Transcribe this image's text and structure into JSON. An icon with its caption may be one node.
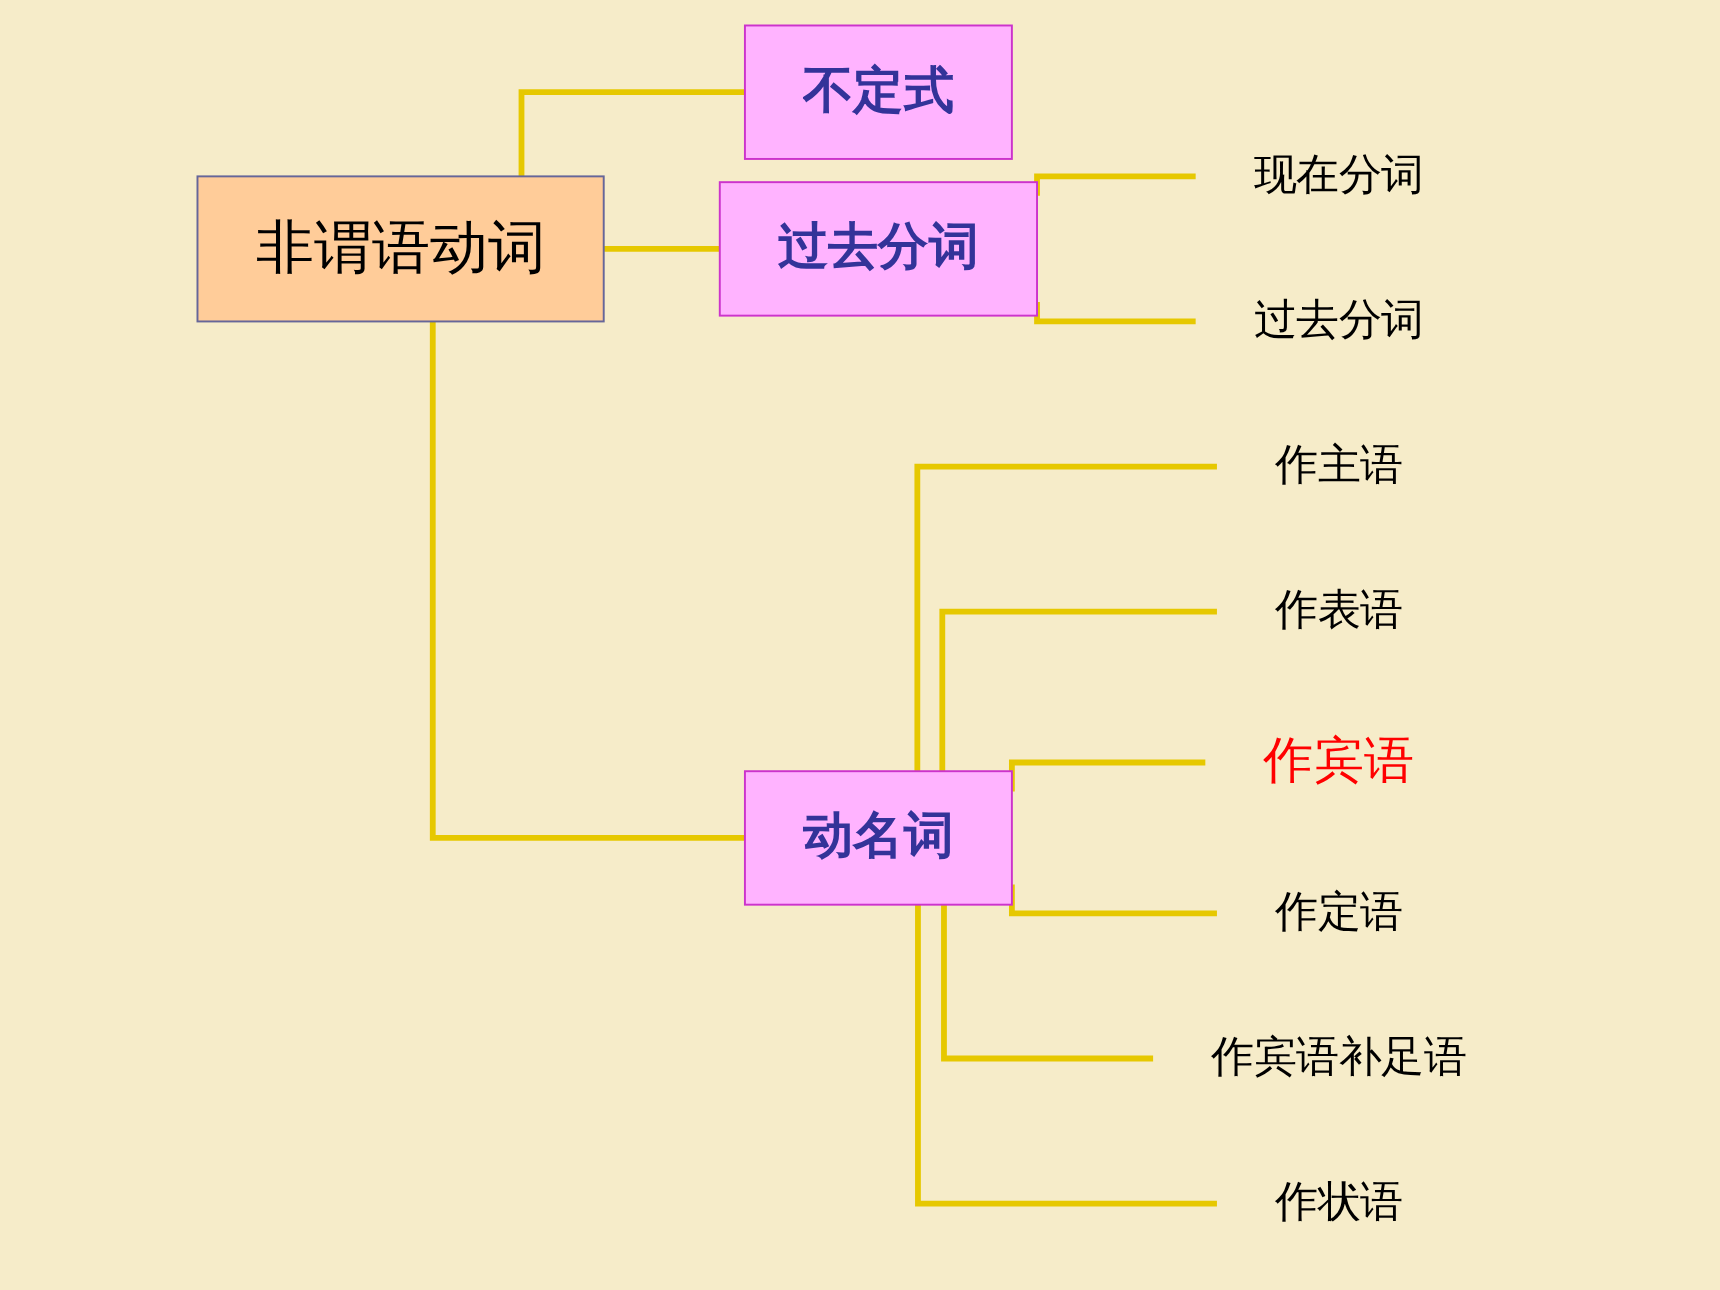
{
  "diagram": {
    "nodes": [
      {
        "text": [
          "非谓语动词"
        ]
      },
      {
        "text": [
          "不定式"
        ]
      },
      {
        "text": [
          "过去分词"
        ]
      },
      {
        "text": [
          "动名词"
        ]
      },
      {
        "text": [
          "现在分词"
        ]
      },
      {
        "text": [
          "过去分词"
        ]
      },
      {
        "text": [
          "作主语"
        ]
      },
      {
        "text": [
          "作表语"
        ]
      },
      {
        "text": [
          "作宾语"
        ]
      },
      {
        "text": [
          "作定语"
        ]
      },
      {
        "text": [
          "作宾语补足语"
        ]
      },
      {
        "text": [
          "作状语"
        ]
      }
    ],
    "edges": [
      {
        "from": 0,
        "to": 1,
        "arrow": "none"
      },
      {
        "from": 0,
        "to": 2,
        "arrow": "none"
      },
      {
        "from": 0,
        "to": 3,
        "arrow": "none"
      },
      {
        "from": 2,
        "to": 4,
        "arrow": "none"
      },
      {
        "from": 2,
        "to": 5,
        "arrow": "none"
      },
      {
        "from": 3,
        "to": 6,
        "arrow": "none"
      },
      {
        "from": 3,
        "to": 7,
        "arrow": "none"
      },
      {
        "from": 3,
        "to": 8,
        "arrow": "none"
      },
      {
        "from": 3,
        "to": 9,
        "arrow": "none"
      },
      {
        "from": 3,
        "to": 10,
        "arrow": "none"
      },
      {
        "from": 3,
        "to": 11,
        "arrow": "none"
      }
    ]
  }
}
